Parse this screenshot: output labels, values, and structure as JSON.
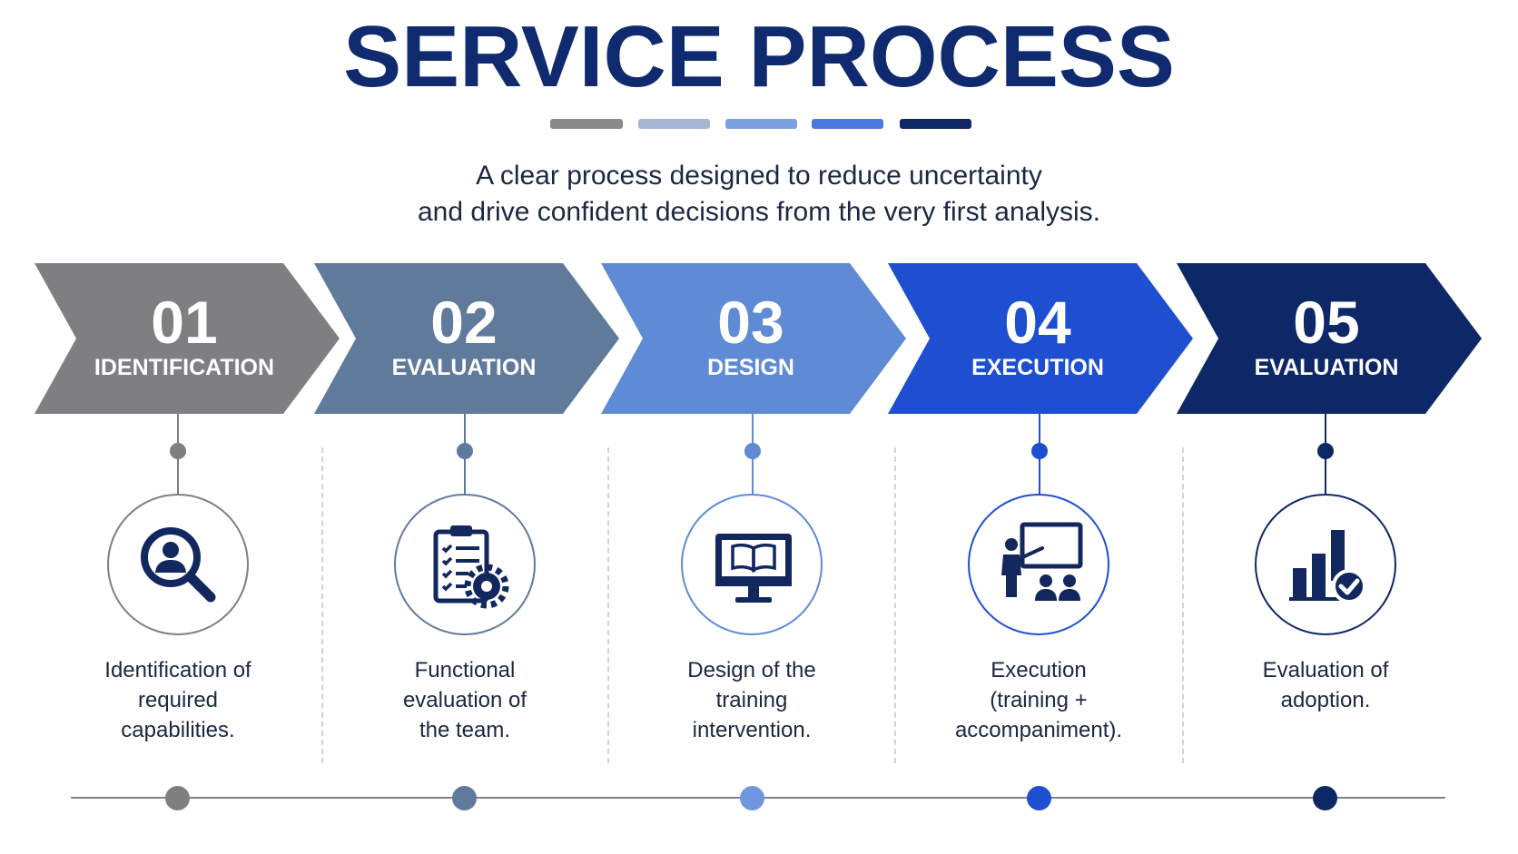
{
  "title": "SERVICE PROCESS",
  "subtitle": {
    "line1": "A clear process designed to reduce uncertainty",
    "line2": "and drive confident decisions from the very first analysis."
  },
  "steps": [
    {
      "number": "01",
      "label": "IDENTIFICATION",
      "icon": "user-search-icon",
      "color": "#7f7f81",
      "desc": [
        "Identification of",
        "required",
        "capabilities."
      ]
    },
    {
      "number": "02",
      "label": "EVALUATION",
      "icon": "clipboard-gear-icon",
      "color": "#607a9c",
      "desc": [
        "Functional",
        "evaluation of",
        "the team."
      ]
    },
    {
      "number": "03",
      "label": "DESIGN",
      "icon": "monitor-book-icon",
      "color": "#5f8ad6",
      "desc": [
        "Design of the",
        "training",
        "intervention."
      ]
    },
    {
      "number": "04",
      "label": "EXECUTION",
      "icon": "presenter-audience-icon",
      "color": "#1d4fd0",
      "desc": [
        "Execution",
        "(training +",
        "accompaniment)."
      ]
    },
    {
      "number": "05",
      "label": "EVALUATION",
      "icon": "bar-chart-check-icon",
      "color": "#0e2766",
      "desc": [
        "Evaluation of",
        "adoption."
      ]
    }
  ],
  "colors": {
    "title": "#0f2a6e",
    "rules": [
      "#8a8a8a",
      "#a5b6d2",
      "#7ea0e0",
      "#4a7adf",
      "#0e2766"
    ]
  }
}
